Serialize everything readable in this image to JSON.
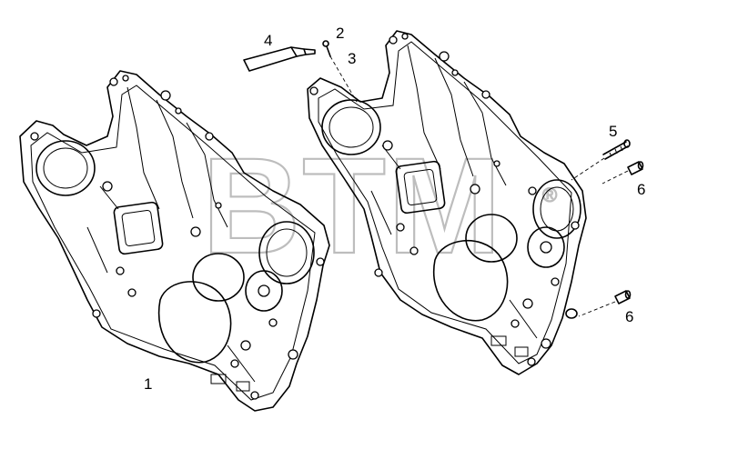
{
  "watermark": {
    "text": "BTM",
    "mark": "®"
  },
  "callouts": [
    {
      "id": "part-1",
      "label": "1"
    },
    {
      "id": "part-2",
      "label": "2"
    },
    {
      "id": "part-3",
      "label": "3"
    },
    {
      "id": "part-4",
      "label": "4"
    },
    {
      "id": "part-5",
      "label": "5"
    },
    {
      "id": "part-6a",
      "label": "6"
    },
    {
      "id": "part-6b",
      "label": "6"
    }
  ],
  "icons": [
    "gear-housing-cover",
    "sealant-tube",
    "screw",
    "stud",
    "plug"
  ]
}
